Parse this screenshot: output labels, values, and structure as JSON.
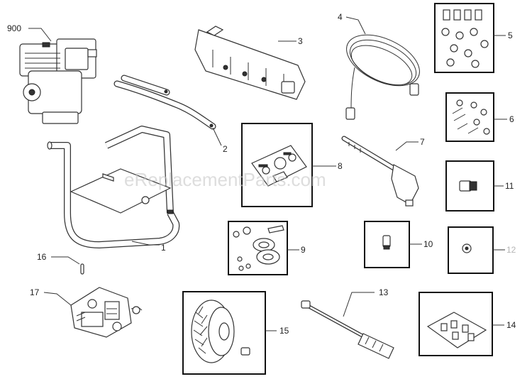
{
  "watermark": "eReplacementParts.com",
  "callouts": {
    "p900": "900",
    "p1": "1",
    "p2": "2",
    "p3": "3",
    "p4": "4",
    "p5": "5",
    "p6": "6",
    "p7": "7",
    "p8": "8",
    "p9": "9",
    "p10": "10",
    "p11": "11",
    "p12": "12",
    "p13": "13",
    "p14": "14",
    "p15": "15",
    "p16": "16",
    "p17": "17"
  }
}
